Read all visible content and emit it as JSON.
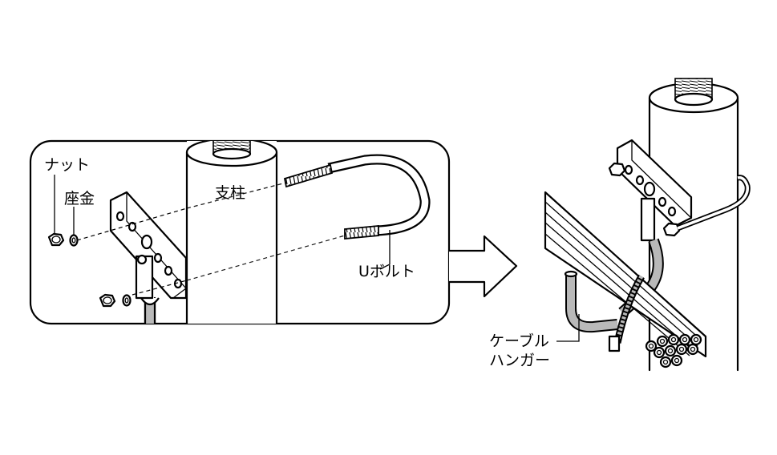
{
  "labels": {
    "nut": "ナット",
    "washer": "座金",
    "pole": "支柱",
    "u_bolt": "Uボルト",
    "cable_hanger_line1": "ケーブル",
    "cable_hanger_line2": "ハンガー"
  },
  "colors": {
    "line": "#000000",
    "background": "#ffffff",
    "shade": "#b9b9b9"
  },
  "icons": {
    "arrow": "right-arrow"
  }
}
